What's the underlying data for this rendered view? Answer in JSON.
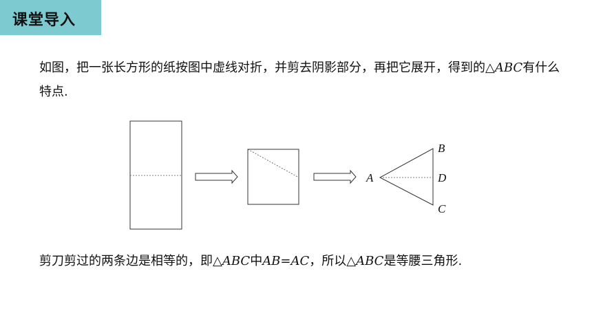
{
  "header": {
    "title": "课堂导入"
  },
  "intro": {
    "text_a": "如图，把一张长方形的纸按图中虚线对折，并剪去阴影部分，再把它展开，得到的",
    "triangle": "△",
    "abc": "ABC",
    "text_b": "有什么特点."
  },
  "figure": {
    "labels": {
      "a": "A",
      "b": "B",
      "c": "C",
      "d": "D"
    }
  },
  "conclusion": {
    "p1": "剪刀剪过的两条边是相等的，即",
    "tri1": "△",
    "abc1": "ABC",
    "p2": "中",
    "eq": "AB=AC",
    "p3": "，所以",
    "tri2": "△",
    "abc2": "ABC",
    "p4": "是等腰三角形."
  }
}
